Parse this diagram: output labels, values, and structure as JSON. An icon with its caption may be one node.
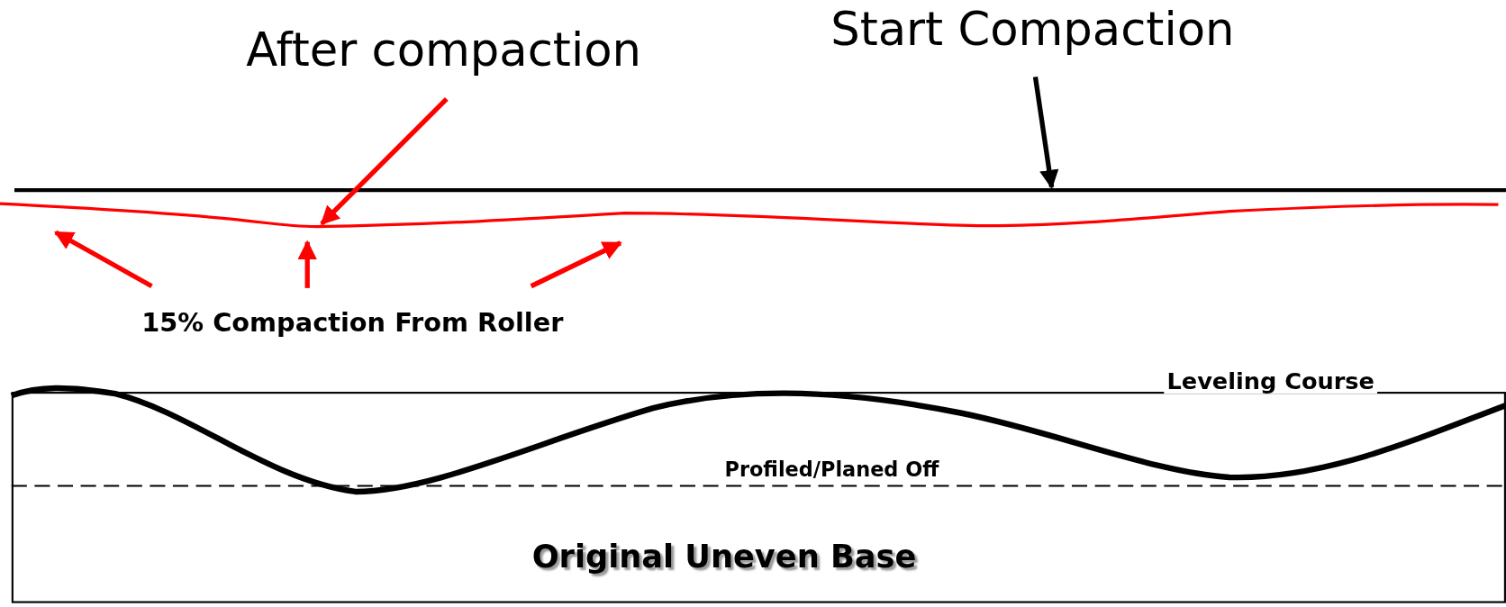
{
  "diagram": {
    "nodes": [
      {
        "text": [
          "After compaction"
        ]
      },
      {
        "text": [
          "Start Compaction"
        ]
      },
      {
        "text": [],
        "shape": "line"
      },
      {
        "text": [],
        "shape": "line"
      },
      {
        "text": [
          "15% Compaction From Roller"
        ]
      },
      {
        "text": [
          "Original Uneven Base"
        ]
      }
    ],
    "edges": [
      {
        "from": 0,
        "to": 3,
        "arrow": "to"
      },
      {
        "from": 1,
        "to": 2,
        "arrow": "to",
        "color": "#000000"
      },
      {
        "from": 4,
        "to": 3,
        "arrow": "to"
      },
      {
        "from": 4,
        "to": 3,
        "arrow": "to"
      },
      {
        "from": 4,
        "to": 3,
        "arrow": "to"
      }
    ],
    "labels": [
      "Leveling Course",
      "Profiled/Planed Off"
    ]
  }
}
